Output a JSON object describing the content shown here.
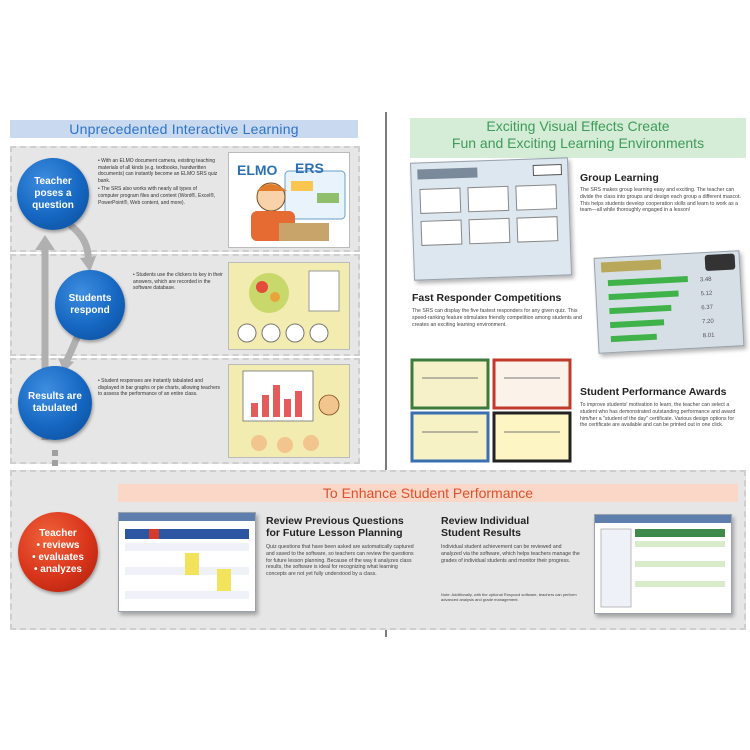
{
  "left": {
    "banner": "Unprecedented Interactive Learning",
    "step1": {
      "lines": [
        "Teacher",
        "poses a",
        "question"
      ],
      "bullets": [
        "• With an ELMO document camera, existing teaching materials of all kinds (e.g. textbooks, handwritten documents) can instantly become an ELMO SRS quiz bank.",
        "• The SRS also works with nearly all types of computer program files and content (Word®, Excel®, PowerPoint®, Web content, and more)."
      ],
      "image_text": "ELMO",
      "image_text2": "ERS"
    },
    "step2": {
      "lines": [
        "Students",
        "respond"
      ],
      "bullets": [
        "• Students use the clickers to key in their answers, which are recorded in the software database."
      ]
    },
    "step3": {
      "lines": [
        "Results are",
        "tabulated"
      ],
      "bullets": [
        "• Student responses are instantly tabulated and displayed in bar graphs or pie charts, allowing teachers to assess the performance of an entire class."
      ]
    }
  },
  "right": {
    "banner": [
      "Exciting Visual Effects Create",
      "Fun and Exciting Learning Environments"
    ],
    "group": {
      "title": "Group Learning",
      "body": "The SRS makes group learning easy and exciting. The teacher can divide the class into groups and design each group a different mascot. This helps students develop cooperation skills and learn to work as a team—all while thoroughly engaged in a lesson!"
    },
    "fast": {
      "title": "Fast Responder Competitions",
      "body": "The SRS can display the five fastest responders for any given quiz. This speed-ranking feature stimulates friendly competition among students and creates an exciting learning environment."
    },
    "awards": {
      "title": "Student Performance Awards",
      "body": "To improve students' motivation to learn, the teacher can select a student who has demonstrated outstanding performance and award him/her a \"student of the day\" certificate. Various design options for the certificate are available and can be printed out in one click."
    },
    "times": [
      "3.48",
      "5.12",
      "6.37",
      "7.20",
      "8.01"
    ]
  },
  "bottom": {
    "banner": "To Enhance Student Performance",
    "circle": [
      "Teacher",
      "• reviews",
      "• evaluates",
      "• analyzes"
    ],
    "review_prev": {
      "title": [
        "Review Previous Questions",
        "for Future Lesson Planning"
      ],
      "body": "Quiz questions that have been asked are automatically captured and saved to the software, so teachers can review the questions for future lesson planning. Because of the way it analyzes class results, the software is ideal for recognizing what learning concepts are not yet fully understood by a class."
    },
    "review_ind": {
      "title": [
        "Review Individual",
        "Student Results"
      ],
      "body": "Individual student achievement can be reviewed and analyzed via the software, which helps teachers manage the grades of individual students and monitor their progress.",
      "note": "Note: Additionally, with the optional Rosycool software, teachers can perform advanced analysis and grade management."
    }
  }
}
